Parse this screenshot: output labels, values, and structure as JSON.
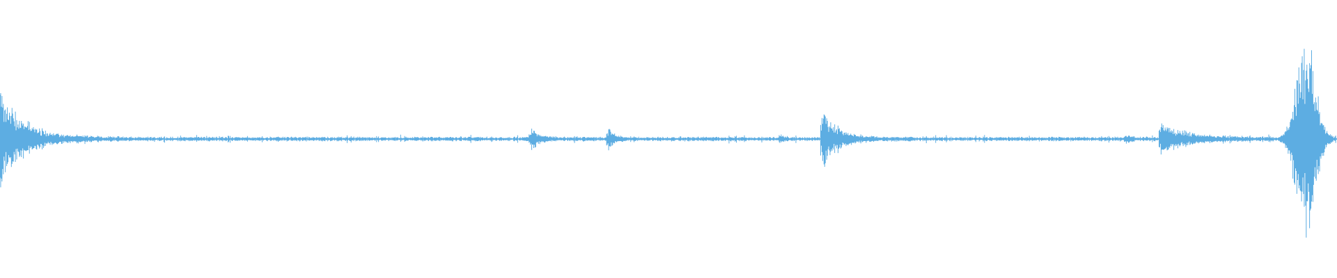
{
  "waveform": {
    "color": "#5dade2",
    "background": "#ffffff",
    "baseline_amplitude": 0.006,
    "noise_amplitude": 0.012,
    "events": [
      {
        "t": 0.0,
        "peak": 0.4,
        "decay": 0.018,
        "kind": "onset-left"
      },
      {
        "t": 0.397,
        "peak": 0.09,
        "decay": 0.006,
        "kind": "blip"
      },
      {
        "t": 0.455,
        "peak": 0.1,
        "decay": 0.004,
        "kind": "blip"
      },
      {
        "t": 0.584,
        "peak": 0.06,
        "decay": 0.002,
        "kind": "blip"
      },
      {
        "t": 0.615,
        "peak": 0.3,
        "decay": 0.01,
        "kind": "spike"
      },
      {
        "t": 0.842,
        "peak": 0.04,
        "decay": 0.003,
        "kind": "blip"
      },
      {
        "t": 0.868,
        "peak": 0.14,
        "decay": 0.018,
        "kind": "burst"
      },
      {
        "t": 0.977,
        "peak": 0.75,
        "decay": 0.014,
        "kind": "loud-burst"
      }
    ],
    "samples": 2000
  }
}
